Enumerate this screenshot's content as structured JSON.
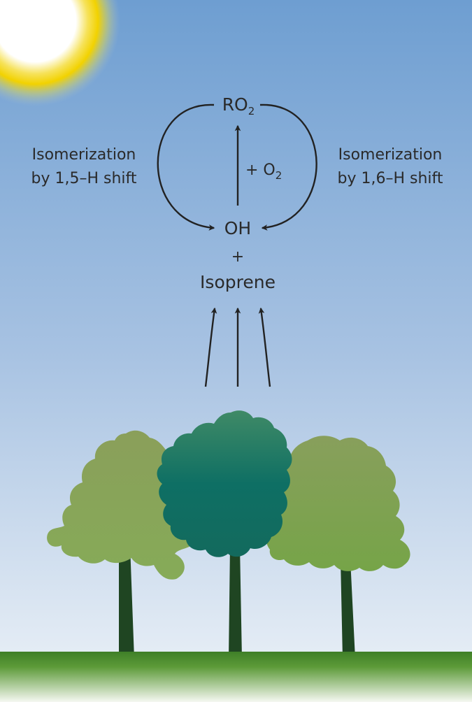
{
  "diagram": {
    "ro2": {
      "main": "RO",
      "sub": "2"
    },
    "oh": "OH",
    "plus": "+",
    "isoprene": "Isoprene",
    "o2_label": {
      "main": "+ O",
      "sub": "2"
    },
    "left_label": {
      "line1": "Isomerization",
      "line2": "by 1,5–H shift"
    },
    "right_label": {
      "line1": "Isomerization",
      "line2": "by 1,6–H shift"
    }
  },
  "colors": {
    "sky_top": "#6f9fd1",
    "sky_bottom": "#eef3f7",
    "sun": "#f5d800",
    "arrow": "#222222",
    "tree_light": "#7fa653",
    "tree_dark": "#0f6d63",
    "trunk": "#1f4522",
    "grass": "#4f8f32"
  }
}
